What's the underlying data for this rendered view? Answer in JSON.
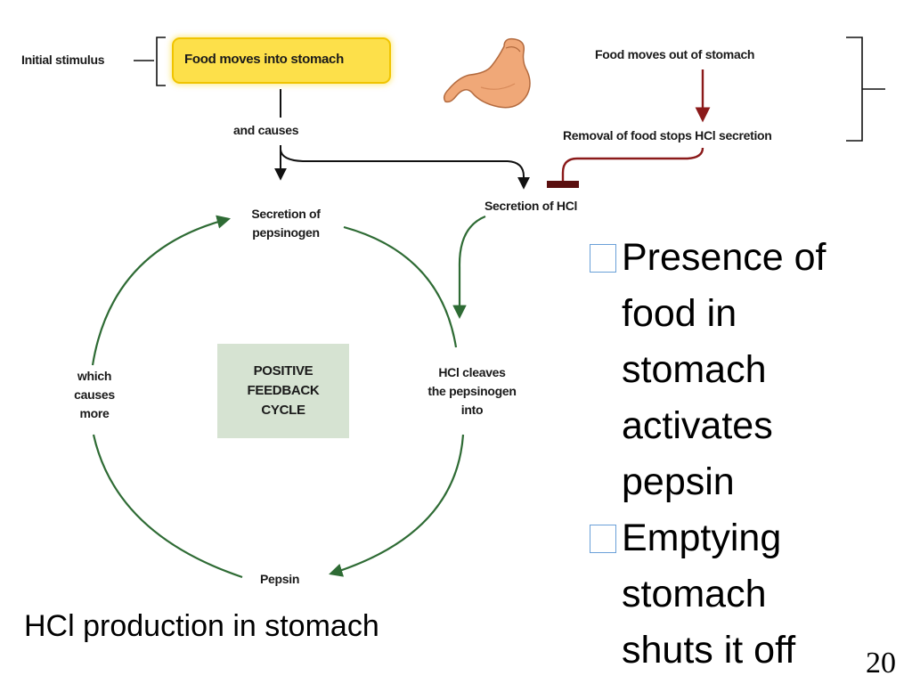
{
  "diagram": {
    "initial_stimulus_label": "Initial stimulus",
    "stimulus_box": "Food moves into stomach",
    "and_causes": "and causes",
    "food_out": "Food moves out of stomach",
    "removal": "Removal of food stops HCl secretion",
    "secretion_hcl": "Secretion of HCl",
    "secretion_pepsinogen": [
      "Secretion of",
      "pepsinogen"
    ],
    "which_causes_more": [
      "which",
      "causes",
      "more"
    ],
    "hcl_cleaves": [
      "HCl cleaves",
      "the pepsinogen",
      "into"
    ],
    "pepsin": "Pepsin",
    "cycle_box": [
      "POSITIVE",
      "FEEDBACK",
      "CYCLE"
    ],
    "colors": {
      "cycle_arrow": "#2e6b34",
      "stop_arrow": "#8b1a1a",
      "stimulus_fill": "#fde04a",
      "cycle_box_fill": "#d6e3d2"
    },
    "icons": [
      "stomach-icon"
    ]
  },
  "bullets": [
    [
      "Presence of",
      "food in",
      "stomach",
      "activates",
      "pepsin"
    ],
    [
      "Emptying",
      "stomach",
      "shuts it off"
    ]
  ],
  "caption": "HCl production in stomach",
  "page_number": "20"
}
